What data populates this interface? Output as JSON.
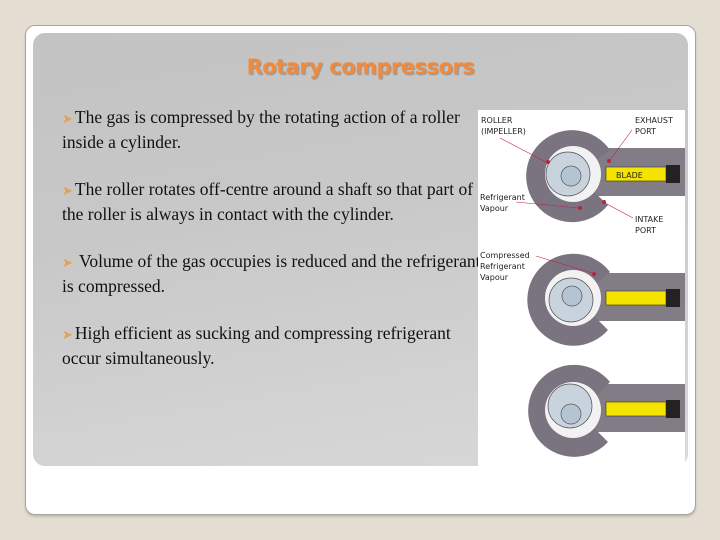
{
  "slide": {
    "title": "Rotary compressors",
    "bullets": [
      "The gas is compressed by the rotating action of a roller inside a cylinder.",
      "The roller rotates  off-centre around a shaft so that part of the roller is always in contact with the cylinder.",
      " Volume of the gas occupies is reduced and the refrigerant is compressed.",
      "High efficient  as  sucking and compressing refrigerant occur simultaneously."
    ],
    "bullet_icon": "arrow-bullet-icon",
    "colors": {
      "title": "#f08a3c",
      "bullet_arrow": "#e8a050",
      "background": "#e3ddd2"
    }
  },
  "diagram": {
    "labels": {
      "roller": "ROLLER",
      "impeller": "(IMPELLER)",
      "exhaust": "EXHAUST",
      "exhaust_port": "PORT",
      "blade": "BLADE",
      "refrigerant": "Refrigerant",
      "vapour": "Vapour",
      "intake": "INTAKE",
      "intake_port": "PORT",
      "compressed": "Compressed",
      "compressed_refrigerant": "Refrigerant",
      "compressed_vapour": "Vapour"
    }
  }
}
